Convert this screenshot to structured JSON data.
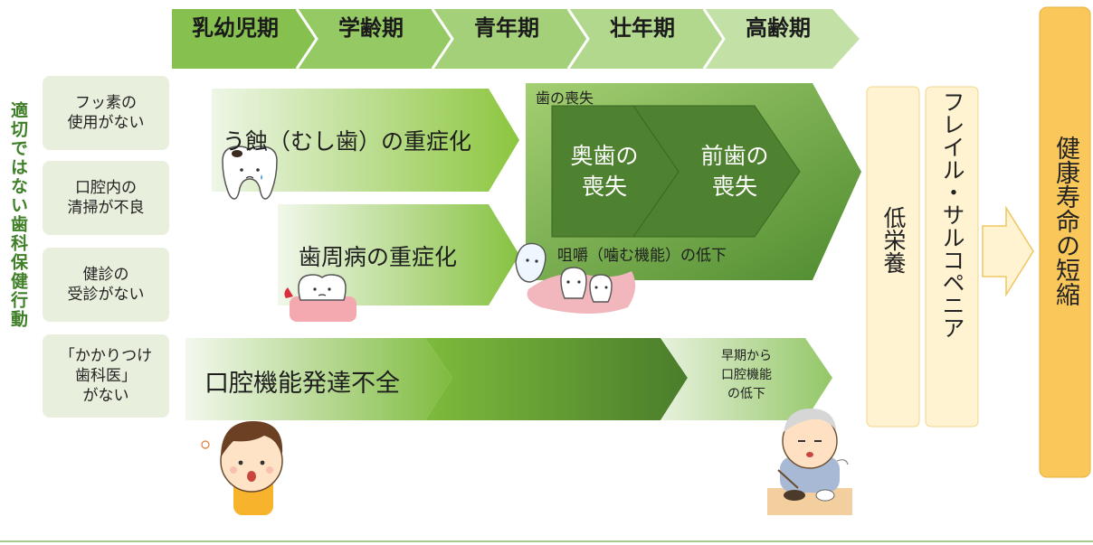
{
  "life_stages": [
    "乳幼児期",
    "学齢期",
    "青年期",
    "壮年期",
    "高齢期"
  ],
  "left_header": "適切ではない歯科保健行動",
  "left_items": [
    "フッ素の\n使用がない",
    "口腔内の\n清掃が不良",
    "健診の\n受診がない",
    "「かかりつけ\n歯科医」\nがない"
  ],
  "caries_label": "う蝕（むし歯）の重症化",
  "periodontal_label": "歯周病の重症化",
  "tooth_loss": {
    "title": "歯の喪失",
    "molar_loss": "奥歯の\n喪失",
    "front_loss": "前歯の\n喪失",
    "chewing_decline": "咀嚼（噛む機能）の低下"
  },
  "oral_dev_label": "口腔機能発達不全",
  "early_decline": "早期から\n口腔機能\nの低下",
  "malnutrition": "低栄養",
  "frailty": "フレイル・サルコペニア",
  "result": "健康寿命の短縮",
  "colors": {
    "stage_band": "#8dc36a",
    "side_box": "#e8efdc",
    "header_text": "#3f7f27",
    "loss_dark": "#4a7a2c",
    "cream_box": "#fff3d1",
    "result_box": "#f9c75a"
  }
}
